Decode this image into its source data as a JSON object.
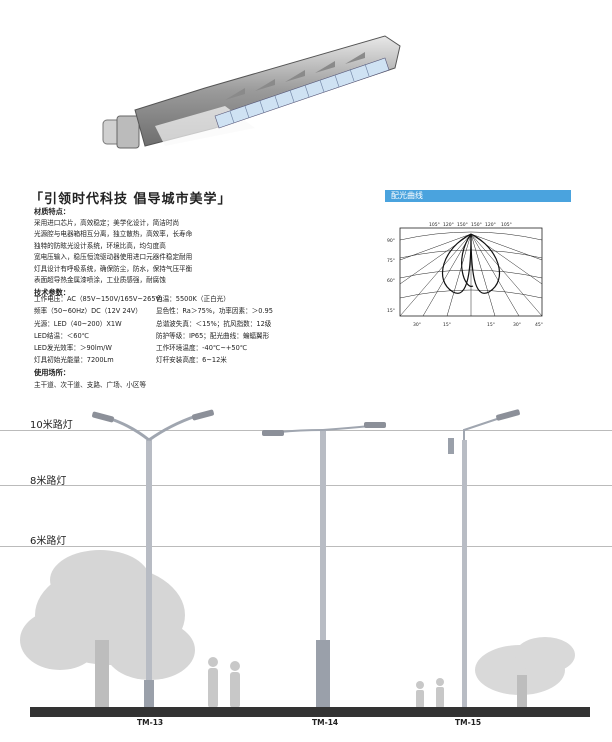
{
  "slogan": "「引领时代科技  倡导城市美学」",
  "material": {
    "heading": "材质特点：",
    "lines": [
      "采用进口芯片，高效稳定；美学化设计，简洁时尚",
      "光源腔与电器箱相互分离，独立散热，高效率，长寿命",
      "独特的防眩光设计系统，环境比高，均匀度高",
      "宽电压输入，稳压恒流驱动器使用进口元器件稳定耐用",
      "灯具设计有呼吸系统，确保防尘，防水，保持气压平衡",
      "表面超导热金属漆喷涂，工业质感强，耐腐蚀"
    ]
  },
  "tech": {
    "heading": "技术参数：",
    "rows": [
      [
        "工作电压：AC（85V~150V/165V~265V）",
        "色温：5500K（正白光）"
      ],
      [
        "频率（50~60Hz）DC（12V  24V）",
        "显色性：Ra＞75%，功率因素：＞0.95"
      ],
      [
        "光源：LED（40~200）X1W",
        "总谐波失真：＜15%；抗风指数：12级"
      ],
      [
        "LED结温：＜60℃",
        "防护等级：IP65；配光曲线：蝙蝠翼形"
      ],
      [
        "LED发光效率：＞90lm/W",
        "工作环境温度：-40℃~+50℃"
      ],
      [
        "灯具初始光能量：7200Lm",
        "灯杆安装高度：6~12米"
      ]
    ]
  },
  "usage": {
    "heading": "使用场所：",
    "text": "主干道、次干道、支路、广场、小区等"
  },
  "diagram": {
    "title": "配光曲线",
    "top_labels": [
      "105°",
      "120°",
      "150°",
      "150°",
      "120°",
      "105°"
    ],
    "left_labels": [
      "90°",
      "75°",
      "60°",
      "15°"
    ],
    "bottom_labels": [
      "30°",
      "15°",
      "15°",
      "30°",
      "45°"
    ]
  },
  "heights": [
    "10米路灯",
    "8米路灯",
    "6米路灯"
  ],
  "models": [
    "TM-13",
    "TM-14",
    "TM-15"
  ]
}
